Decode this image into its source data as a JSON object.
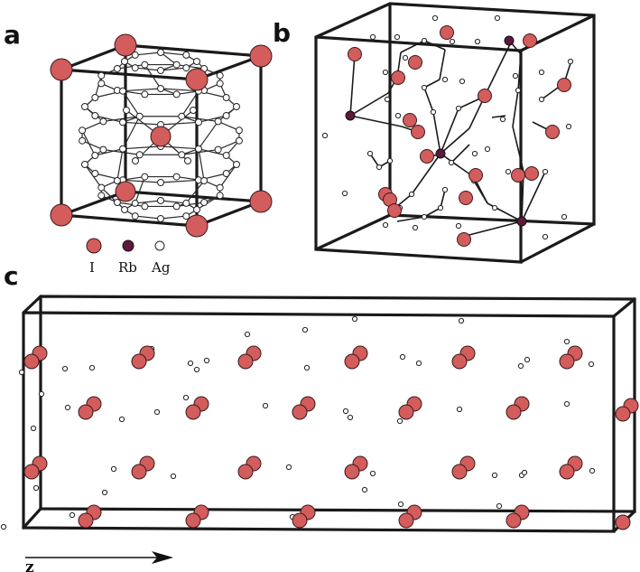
{
  "panels": {
    "a": {
      "label": "a"
    },
    "b": {
      "label": "b"
    },
    "c": {
      "label": "c"
    }
  },
  "legend": {
    "items": [
      {
        "symbol": "I",
        "color": "#d35c5c"
      },
      {
        "symbol": "Rb",
        "color": "#5b1a3c"
      },
      {
        "symbol": "Ag",
        "color": "#ffffff"
      }
    ]
  },
  "axis": {
    "label": "z"
  },
  "colors": {
    "iodine": "#d35c5c",
    "rubidium": "#5b1a3c",
    "silver": "#ffffff",
    "edge": "#1a1a1a"
  }
}
